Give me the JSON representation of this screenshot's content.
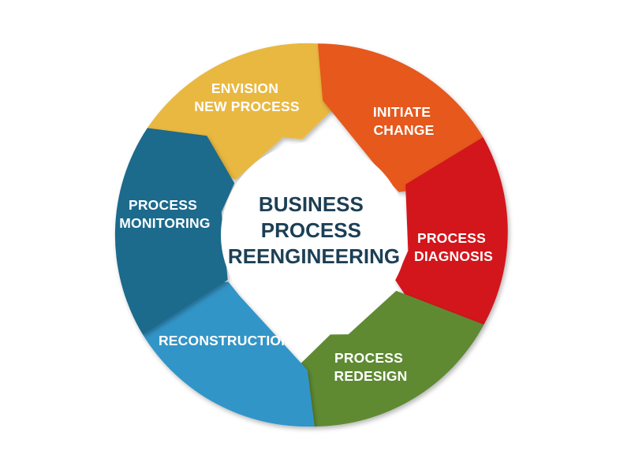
{
  "diagram": {
    "center": {
      "lines": [
        "BUSINESS",
        "PROCESS",
        "REENGINEERING"
      ]
    },
    "steps": [
      {
        "id": "envision",
        "lines": [
          "ENVISION",
          "NEW PROCESS"
        ],
        "color": "#e9b841"
      },
      {
        "id": "initiate",
        "lines": [
          "INITIATE",
          "CHANGE"
        ],
        "color": "#e6581c"
      },
      {
        "id": "diagnosis",
        "lines": [
          "PROCESS",
          "DIAGNOSIS"
        ],
        "color": "#d3141c"
      },
      {
        "id": "redesign",
        "lines": [
          "PROCESS",
          "REDESIGN"
        ],
        "color": "#5e8a32"
      },
      {
        "id": "reconstruction",
        "lines": [
          "RECONSTRUCTION"
        ],
        "color": "#3195c7"
      },
      {
        "id": "monitoring",
        "lines": [
          "PROCESS",
          "MONITORING"
        ],
        "color": "#1b6a8c"
      }
    ]
  }
}
